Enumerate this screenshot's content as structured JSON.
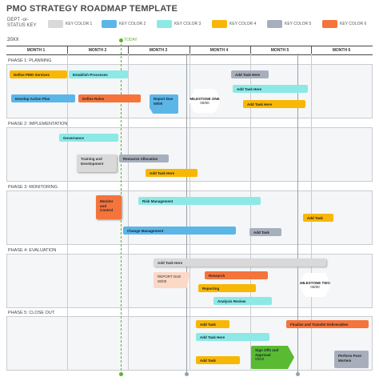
{
  "title": "PMO STRATEGY ROADMAP TEMPLATE",
  "dept_label": "DEPT -or- STATUS KEY",
  "keys": [
    "KEY COLOR 1",
    "KEY COLOR 2",
    "KEY COLOR 3",
    "KEY COLOR 4",
    "KEY COLOR 5",
    "KEY COLOR 6"
  ],
  "key_colors": [
    "#d9d9d9",
    "#5bb6e8",
    "#8ce9e6",
    "#f8b705",
    "#a7afbc",
    "#f4743b"
  ],
  "year": "20XX",
  "today_label": "TODAY",
  "months": [
    "MONTH 1",
    "MONTH 2",
    "MONTH 3",
    "MONTH 4",
    "MONTH 5",
    "MONTH 6"
  ],
  "phases": [
    "PHASE 1: PLANNING",
    "PHASE 2: IMPLEMENTATION",
    "PHASE 3: MONITORING",
    "PHASE 4: EVALUATION",
    "PHASE 5: CLOSE OUT"
  ],
  "tasks": {
    "p1": {
      "define_pmo": "Define PMO Services",
      "establish": "Establish Processes",
      "add1": "Add Task Here",
      "add2": "Add Task Here",
      "develop_plan": "Develop Action Plan",
      "define_roles": "Define Roles",
      "report_due": "Report Due",
      "report_date": "00/00",
      "add3": "Add Task Here",
      "milestone": "MILESTONE ONE",
      "milestone_date": "00/00"
    },
    "p2": {
      "governance": "Governance",
      "training": "Training and Development",
      "resource": "Resource Allocation",
      "add": "Add Task Here"
    },
    "p3": {
      "monitor": "Monitor and Control",
      "risk": "Risk Management",
      "add1": "Add Task",
      "change": "Change Management",
      "add2": "Add Task"
    },
    "p4": {
      "add": "Add Task Here",
      "report_due": "REPORT DUE",
      "report_date": "00/00",
      "research": "Research",
      "reporting": "Reporting",
      "analysis": "Analysis Review",
      "milestone": "MILESTONE TWO",
      "milestone_date": "00/00"
    },
    "p5": {
      "add1": "Add Task",
      "finalize": "Finalize and Transfer Deliverables",
      "add2": "Add Task Here",
      "add3": "Add Task",
      "signoffs": "Sign Offs and Approval",
      "signoffs_date": "00/00",
      "perform": "Perform Post-Mortem"
    }
  }
}
